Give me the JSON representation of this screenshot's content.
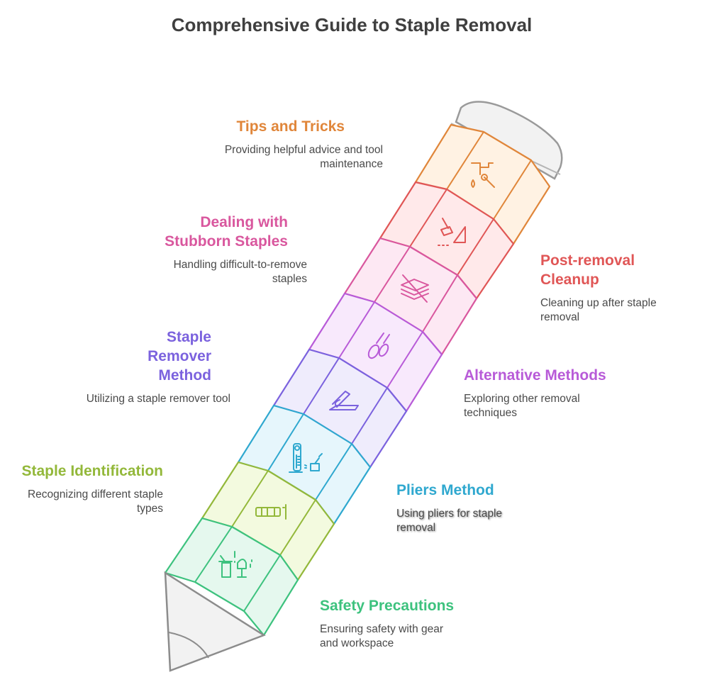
{
  "title": "Comprehensive Guide to Staple Removal",
  "steps": [
    {
      "title": "Tips and Tricks",
      "desc": "Providing helpful advice and tool maintenance",
      "color": "#e0863a",
      "fill": "#fff2e3",
      "icon": "faucet-wrench-icon",
      "side": "left"
    },
    {
      "title": "Post-removal Cleanup",
      "desc": "Cleaning up after staple removal",
      "color": "#e05656",
      "fill": "#ffe9ea",
      "icon": "broom-dustpan-icon",
      "side": "right"
    },
    {
      "title": "Dealing with Stubborn Staples",
      "desc": "Handling difficult-to-remove staples",
      "color": "#d9579e",
      "fill": "#fde8f3",
      "icon": "crossed-paper-stack-icon",
      "side": "left"
    },
    {
      "title": "Alternative Methods",
      "desc": "Exploring other removal techniques",
      "color": "#b85bd8",
      "fill": "#f8e9fc",
      "icon": "scissors-icon",
      "side": "right"
    },
    {
      "title": "Staple Remover Method",
      "desc": "Utilizing a staple remover tool",
      "color": "#7b62de",
      "fill": "#efecfc",
      "icon": "staple-remover-icon",
      "side": "left"
    },
    {
      "title": "Pliers Method",
      "desc": "Using pliers for staple removal",
      "color": "#2fa8cf",
      "fill": "#e6f6fc",
      "icon": "pliers-tool-icon",
      "side": "right"
    },
    {
      "title": "Staple Identification",
      "desc": "Recognizing different staple types",
      "color": "#93b83a",
      "fill": "#f3fadf",
      "icon": "staple-strip-icon",
      "side": "left"
    },
    {
      "title": "Safety Precautions",
      "desc": "Ensuring safety with gear and workspace",
      "color": "#3dc27e",
      "fill": "#e5f8ee",
      "icon": "workspace-safety-icon",
      "side": "right"
    }
  ]
}
